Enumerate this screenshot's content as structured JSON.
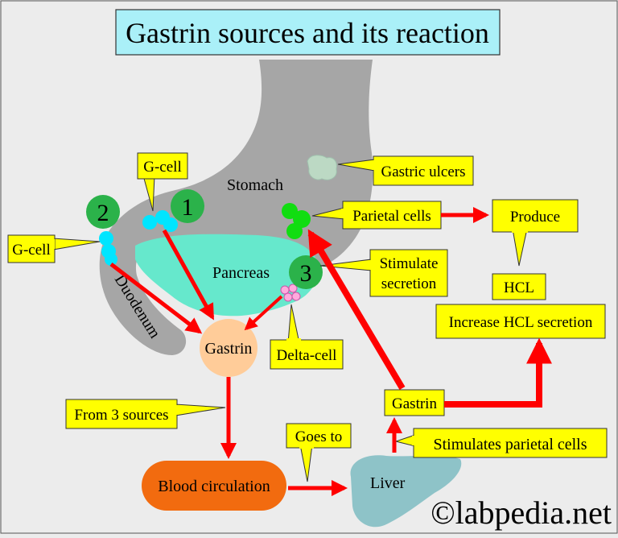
{
  "title": "Gastrin sources and its reaction",
  "watermark": "©labpedia.net",
  "organs": {
    "stomach": "Stomach",
    "duodenum": "Duodenum",
    "pancreas": "Pancreas",
    "liver": "Liver",
    "gastrin_center": "Gastrin",
    "blood_circulation": "Blood circulation"
  },
  "source_numbers": {
    "one": "1",
    "two": "2",
    "three": "3"
  },
  "callouts": {
    "g_cell_top": "G-cell",
    "g_cell_left": "G-cell",
    "gastric_ulcers": "Gastric ulcers",
    "parietal_cells": "Parietal cells",
    "produce": "Produce",
    "stimulate_secretion_line1": "Stimulate",
    "stimulate_secretion_line2": "secretion",
    "hcl": "HCL",
    "increase_hcl": "Increase HCL secretion",
    "delta_cell": "Delta-cell",
    "from_3_sources": "From 3 sources",
    "goes_to": "Goes to",
    "gastrin_box": "Gastrin",
    "stimulates_parietal": "Stimulates parietal cells"
  },
  "colors": {
    "background": "#ececec",
    "title_bg": "#aaf0f8",
    "organ_gray": "#a6a6a6",
    "pancreas": "#66e8cc",
    "liver": "#8ec3c8",
    "gastrin_circle": "#ffcc99",
    "blood": "#f26b0f",
    "callout": "#ffff00",
    "arrow": "#ff0000",
    "number_circle": "#2bb24a",
    "g_cell": "#00e5ff",
    "parietal": "#11dd11",
    "delta_cell": "#ffaadd"
  }
}
